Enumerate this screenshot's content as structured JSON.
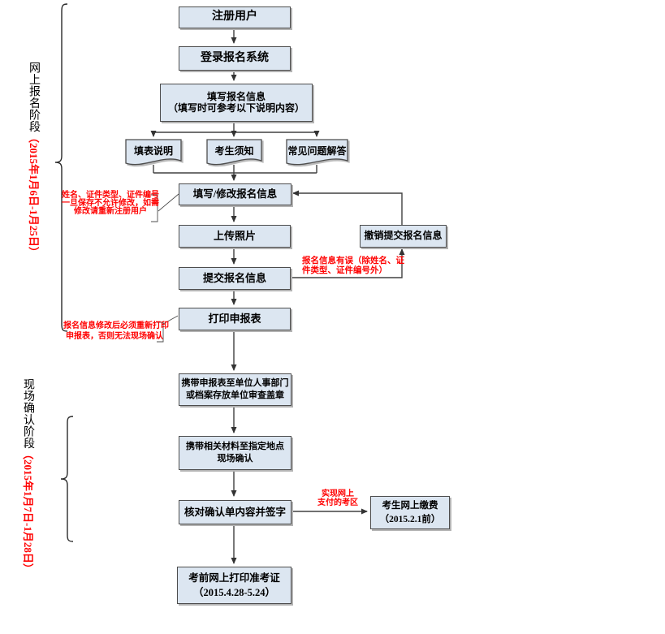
{
  "stages": {
    "online": {
      "label": "网上报名阶段",
      "dates": "（2015年1月6日-1月25日）"
    },
    "onsite": {
      "label": "现场确认阶段",
      "dates": "（2015年1月7日-1月28日）"
    }
  },
  "nodes": {
    "register": {
      "label": "注册用户"
    },
    "login": {
      "label": "登录报名系统"
    },
    "fill_info": {
      "line1": "填写报名信息",
      "line2": "（填写时可参考以下说明内容）"
    },
    "doc_form_help": {
      "label": "填表说明"
    },
    "doc_candidate_notice": {
      "label": "考生须知"
    },
    "doc_faq": {
      "label": "常见问题解答"
    },
    "modify_info": {
      "label": "填写/修改报名信息"
    },
    "upload_photo": {
      "label": "上传照片"
    },
    "submit_info": {
      "label": "提交报名信息"
    },
    "cancel_submit": {
      "label": "撤销提交报名信息"
    },
    "print_form": {
      "label": "打印申报表"
    },
    "stamp_form": {
      "line1": "携带申报表至单位人事部门",
      "line2": "或档案存放单位审查盖章"
    },
    "onsite_confirm": {
      "line1": "携带相关材料至指定地点",
      "line2": "现场确认"
    },
    "verify_sign": {
      "label": "核对确认单内容并签字"
    },
    "online_pay": {
      "line1": "考生网上缴费",
      "line2": "（2015.2.1前）"
    },
    "print_ticket": {
      "line1": "考前网上打印准考证",
      "line2": "（2015.4.28-5.24）"
    }
  },
  "annotations": {
    "immutable_fields": {
      "line1": "姓名、证件类型、证件编号",
      "line2": "一旦保存不允许修改，如需",
      "line3": "修改请重新注册用户"
    },
    "info_error": {
      "line1": "报名信息有误（除姓名、证",
      "line2": "件类型、证件编号外）"
    },
    "reprint_required": {
      "line1": "报名信息修改后必须重新打印",
      "line2": "申报表，否则无法现场确认"
    },
    "online_pay_area": {
      "line1": "实现网上",
      "line2": "支付的考区"
    }
  },
  "colors": {
    "node_fill": "#dce6f1",
    "node_border": "#4d4d4d",
    "connector": "#404040",
    "annotation_red": "#ff0000"
  }
}
